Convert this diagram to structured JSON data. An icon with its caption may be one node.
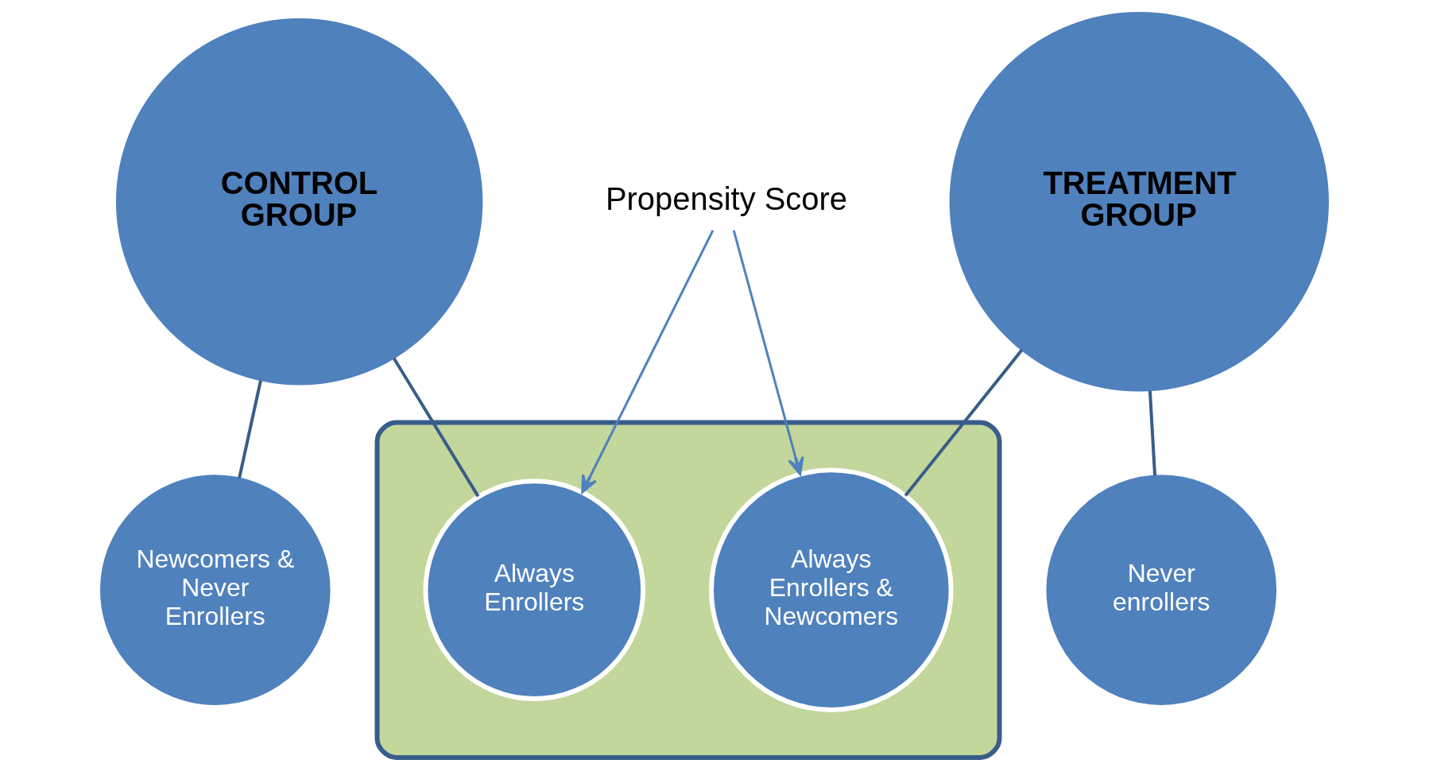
{
  "diagram": {
    "nodes": [
      {
        "text": [
          "Propensity Score"
        ]
      },
      {
        "text": [],
        "shape": "ellipse"
      },
      {
        "text": [
          "Always Enrollers"
        ],
        "in": 1
      },
      {
        "text": [
          "Always Enrollers & Newcomers"
        ],
        "in": 1
      },
      {
        "text": [
          "CONTROL GROUP"
        ]
      },
      {
        "text": [
          "Newcomers & Never Enrollers"
        ]
      },
      {
        "text": [
          "TREATMENT GROUP"
        ]
      },
      {
        "text": [
          "Never enrollers"
        ]
      }
    ],
    "edges": [
      {
        "from": 0,
        "to": 2,
        "arrow": "to",
        "color": "#4f81bd"
      },
      {
        "from": 0,
        "to": 3,
        "arrow": "to",
        "color": "#4f81bd"
      },
      {
        "from": 4,
        "to": 2,
        "arrow": "none"
      },
      {
        "from": 6,
        "to": 3,
        "arrow": "none"
      },
      {
        "from": 4,
        "to": 5,
        "arrow": "none"
      },
      {
        "from": 6,
        "to": 7,
        "arrow": "none"
      }
    ]
  }
}
